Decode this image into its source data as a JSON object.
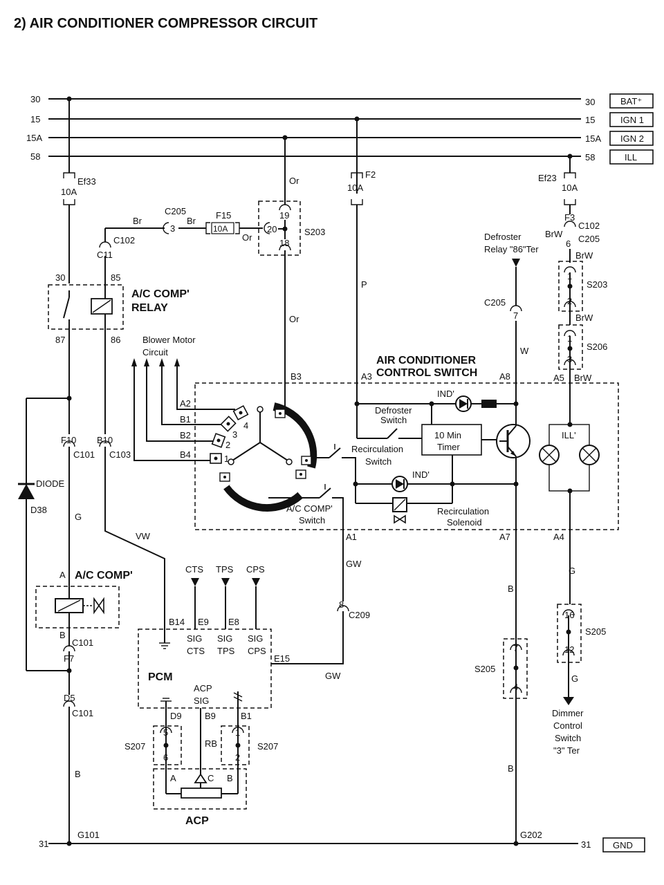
{
  "title": "2)  AIR CONDITIONER COMPRESSOR CIRCUIT",
  "rails": [
    {
      "label": "30",
      "right": "30",
      "tag": "BAT⁺"
    },
    {
      "label": "15",
      "right": "15",
      "tag": "IGN 1"
    },
    {
      "label": "15A",
      "right": "15A",
      "tag": "IGN 2"
    },
    {
      "label": "58",
      "right": "58",
      "tag": "ILL"
    }
  ],
  "ground": {
    "left": "31",
    "right": "31",
    "tag": "GND",
    "g_left": "G101",
    "g_right": "G202"
  },
  "fuses": {
    "ef33": {
      "name": "Ef33",
      "rating": "10A"
    },
    "f2": {
      "name": "F2",
      "rating": "10A"
    },
    "ef23": {
      "name": "Ef23",
      "rating": "10A"
    },
    "f15": {
      "name": "F15",
      "rating": "10A"
    },
    "f3": {
      "name": "F3"
    }
  },
  "relay": {
    "title1": "A/C COMP'",
    "title2": "RELAY",
    "p30": "30",
    "p85": "85",
    "p87": "87",
    "p86": "86"
  },
  "connectors": {
    "c205_top": "C205",
    "c205_pin": "3",
    "c102_left": "C102",
    "c11": "C11",
    "s203_top": "S203",
    "s203_p19": "19",
    "s203_p20": "20",
    "s203_p18": "18",
    "c102_right": "C102",
    "c205_right": "C205",
    "c205_right_pin": "6",
    "s203_right": "S203",
    "s203_r1": "1",
    "s203_r2": "2",
    "s206": "S206",
    "s206_1": "1",
    "s206_3": "3",
    "c205_mid": "C205",
    "c205_mid_pin": "7",
    "f10": "F10",
    "c101": "C101",
    "b10": "B10",
    "c103": "C103",
    "c209": "C209",
    "c209_pin": "8",
    "b_c101": "B",
    "b_c101_label": "C101",
    "f7": "F7",
    "d5": "D5",
    "d5_c101": "C101",
    "s205_mid": "S205",
    "s205_mid_7": "7",
    "s205_mid_4": "4",
    "s205_right": "S205",
    "s205_r16": "16",
    "s205_r12": "12",
    "s207_l": "S207",
    "s207_l5": "5",
    "s207_l6": "6",
    "s207_r": "S207",
    "s207_r1": "1",
    "s207_r2": "2"
  },
  "wires": {
    "br1": "Br",
    "br2": "Br",
    "or1": "Or",
    "or2": "Or",
    "or3": "Or",
    "p": "P",
    "w": "W",
    "brw1": "BrW",
    "brw2": "BrW",
    "brw3": "BrW",
    "brw4": "BrW",
    "g1": "G",
    "g2": "G",
    "g3": "G",
    "vw": "VW",
    "gw1": "GW",
    "gw2": "GW",
    "b1": "B",
    "b2": "B",
    "b3": "B",
    "rb": "RB"
  },
  "blower": {
    "title1": "Blower Motor",
    "title2": "Circuit",
    "a2": "A2",
    "b1": "B1",
    "b2": "B2",
    "b4": "B4",
    "n4": "4",
    "n3": "3",
    "n2": "2",
    "n1": "1",
    "b3": "B3"
  },
  "switch": {
    "title1": "AIR CONDITIONER",
    "title2": "CONTROL SWITCH",
    "a3": "A3",
    "a8": "A8",
    "a5": "A5",
    "a1": "A1",
    "a7": "A7",
    "a4": "A4",
    "defroster1": "Defroster",
    "defroster2": "Switch",
    "timer1": "10 Min",
    "timer2": "Timer",
    "recirc1": "Recirculation",
    "recirc2": "Switch",
    "ind1": "IND'",
    "ind2": "IND'",
    "sol1": "Recirculation",
    "sol2": "Solenoid",
    "acsw1": "A/C COMP'",
    "acsw2": "Switch",
    "ill": "ILL'"
  },
  "defroster_relay": {
    "l1": "Defroster",
    "l2": "Relay \"86\"Ter"
  },
  "diode": {
    "label": "DIODE",
    "id": "D38"
  },
  "compressor": {
    "a": "A",
    "title": "A/C COMP'",
    "b": "B"
  },
  "pcm": {
    "title": "PCM",
    "b14": "B14",
    "e9": "E9",
    "e8": "E8",
    "e15": "E15",
    "cts": "CTS",
    "tps": "TPS",
    "cps": "CPS",
    "sig": "SIG",
    "acp1": "ACP",
    "acp2": "SIG",
    "d9": "D9",
    "b9": "B9",
    "b1": "B1"
  },
  "acp": {
    "title": "ACP",
    "a": "A",
    "c": "C",
    "b": "B"
  },
  "dimmer": {
    "l1": "Dimmer",
    "l2": "Control",
    "l3": "Switch",
    "l4": "\"3\" Ter"
  }
}
